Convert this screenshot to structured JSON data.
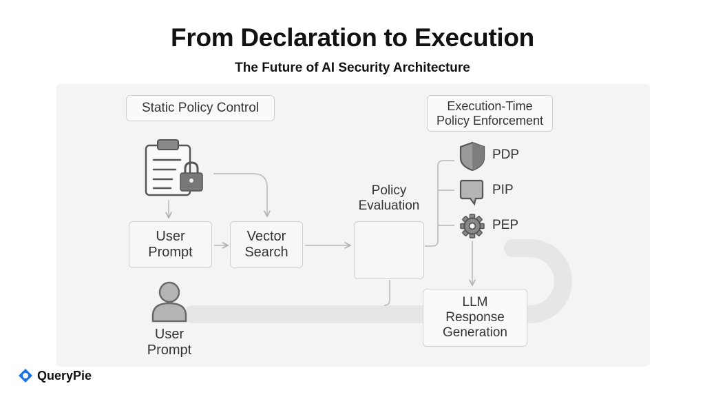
{
  "header": {
    "title": "From Declaration to Execution",
    "subtitle": "The Future of AI Security Architecture"
  },
  "diagram": {
    "static_header": "Static Policy Control",
    "exec_header": [
      "Execution-Time",
      "Policy Enforcement"
    ],
    "user_prompt_box": [
      "User",
      "Prompt"
    ],
    "vector_search_box": [
      "Vector",
      "Search"
    ],
    "policy_evaluation_label": [
      "Policy",
      "Evaluation"
    ],
    "user_prompt_actor": [
      "User",
      "Prompt"
    ],
    "llm_box": [
      "LLM",
      "Response",
      "Generation"
    ],
    "components": [
      {
        "label": "PDP",
        "icon": "shield-icon"
      },
      {
        "label": "PIP",
        "icon": "speech-bubble-icon"
      },
      {
        "label": "PEP",
        "icon": "gear-icon"
      }
    ]
  },
  "brand": {
    "name": "QueryPie",
    "color": "#1a73e8"
  }
}
